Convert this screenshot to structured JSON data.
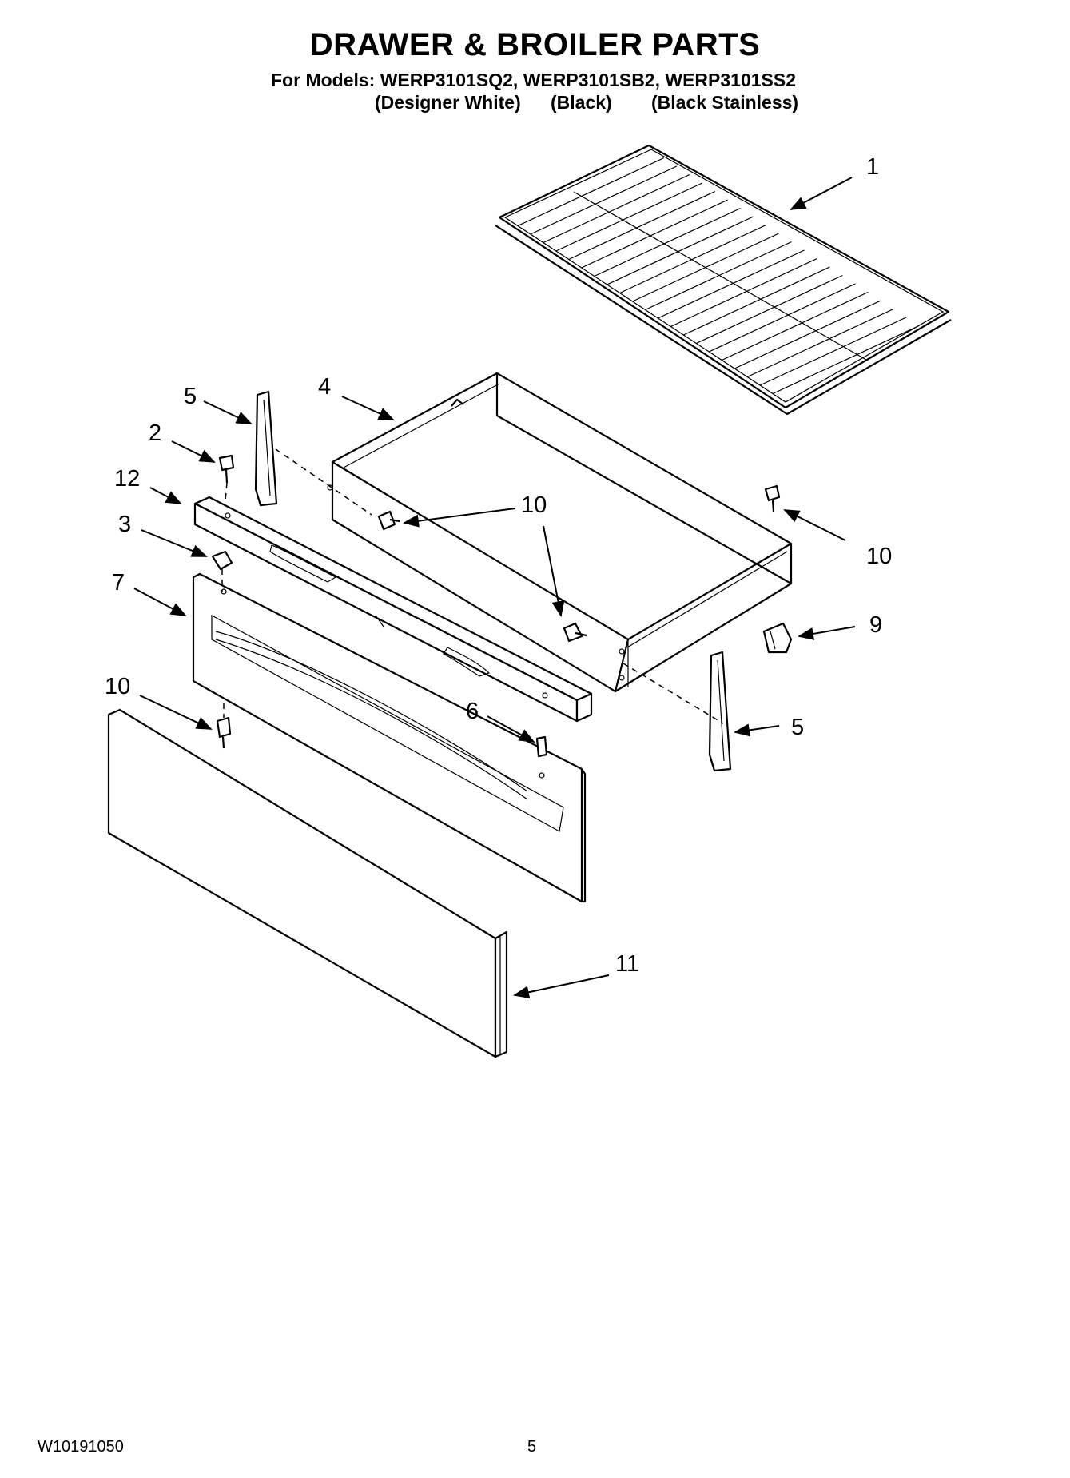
{
  "header": {
    "title": "DRAWER & BROILER PARTS",
    "models_line": "For Models: WERP3101SQ2, WERP3101SB2, WERP3101SS2",
    "variants": [
      "(Designer White)",
      "(Black)",
      "(Black Stainless)"
    ]
  },
  "callouts": {
    "c1": "1",
    "c2": "2",
    "c3": "3",
    "c4": "4",
    "c5_left": "5",
    "c5_right": "5",
    "c6": "6",
    "c7": "7",
    "c9": "9",
    "c10_center": "10",
    "c10_right": "10",
    "c10_left": "10",
    "c11": "11",
    "c12": "12"
  },
  "footer": {
    "doc_number": "W10191050",
    "page_number": "5"
  }
}
